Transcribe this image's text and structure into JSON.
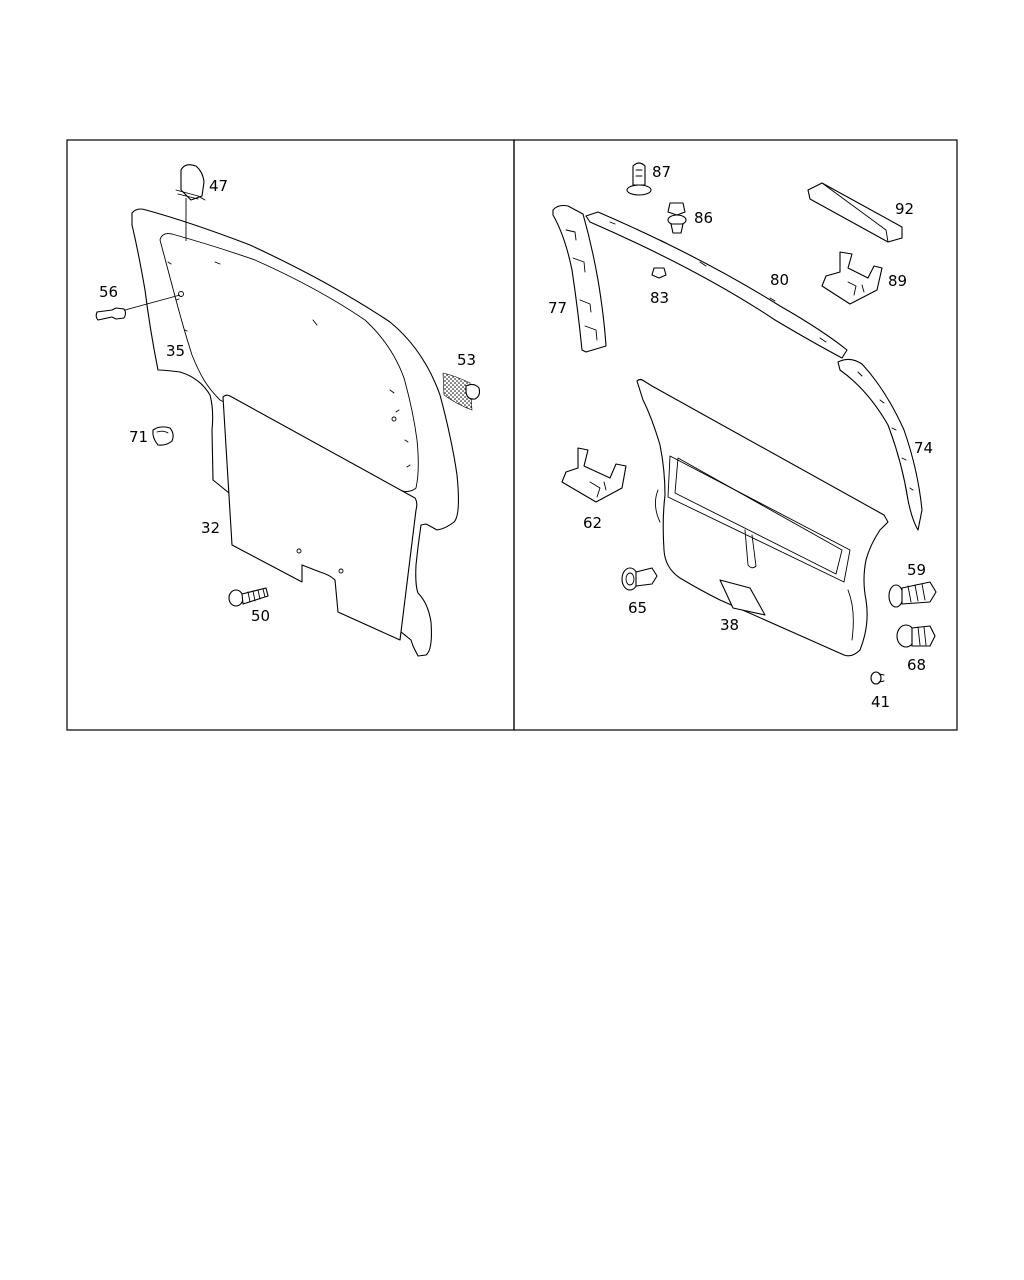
{
  "labels": {
    "p47": "47",
    "p56": "56",
    "p35": "35",
    "p53": "53",
    "p71": "71",
    "p32": "32",
    "p50": "50",
    "p87": "87",
    "p86": "86",
    "p92": "92",
    "p80": "80",
    "p83": "83",
    "p89": "89",
    "p77": "77",
    "p74": "74",
    "p62": "62",
    "p59": "59",
    "p65": "65",
    "p38": "38",
    "p68": "68",
    "p41": "41"
  }
}
